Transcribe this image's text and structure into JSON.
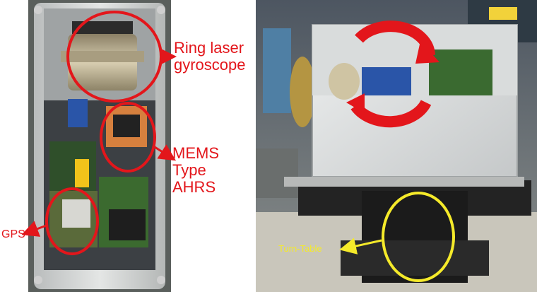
{
  "colors": {
    "annotation_red": "#e3161b",
    "annotation_yellow": "#f5ea2a"
  },
  "labels": {
    "ring_laser_line1": "Ring laser",
    "ring_laser_line2": "gyroscope",
    "mems_line1": "MEMS",
    "mems_line2": "Type",
    "mems_line3": "AHRS",
    "gps": "GPS",
    "turn_table": "Turn-Table"
  }
}
